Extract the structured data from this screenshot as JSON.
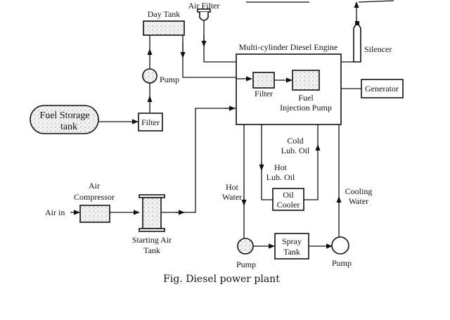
{
  "figure": {
    "caption": "Fig. Diesel power plant"
  },
  "components": {
    "day_tank": "Day Tank",
    "air_filter": "Air Filter",
    "engine": "Multi-cylinder Diesel Engine",
    "silencer": "Silencer",
    "engine_filter": "Filter",
    "fuel_injection_pump_1": "Fuel",
    "fuel_injection_pump_2": "Injection Pump",
    "generator": "Generator",
    "fuel_pump": "Pump",
    "fuel_storage_1": "Fuel Storage",
    "fuel_storage_2": "tank",
    "fuel_filter": "Filter",
    "air_compressor_1": "Air",
    "air_compressor_2": "Compressor",
    "air_in": "Air in",
    "starting_air_tank_1": "Starting Air",
    "starting_air_tank_2": "Tank",
    "cold_lub_oil_1": "Cold",
    "cold_lub_oil_2": "Lub. Oil",
    "hot_lub_oil_1": "Hot",
    "hot_lub_oil_2": "Lub. Oil",
    "oil_cooler_1": "Oil",
    "oil_cooler_2": "Cooler",
    "hot_water_1": "Hot",
    "hot_water_2": "Water",
    "cooling_water_1": "Cooling",
    "cooling_water_2": "Water",
    "spray_tank_1": "Spray",
    "spray_tank_2": "Tank",
    "water_pump_left": "Pump",
    "water_pump_right": "Pump"
  }
}
